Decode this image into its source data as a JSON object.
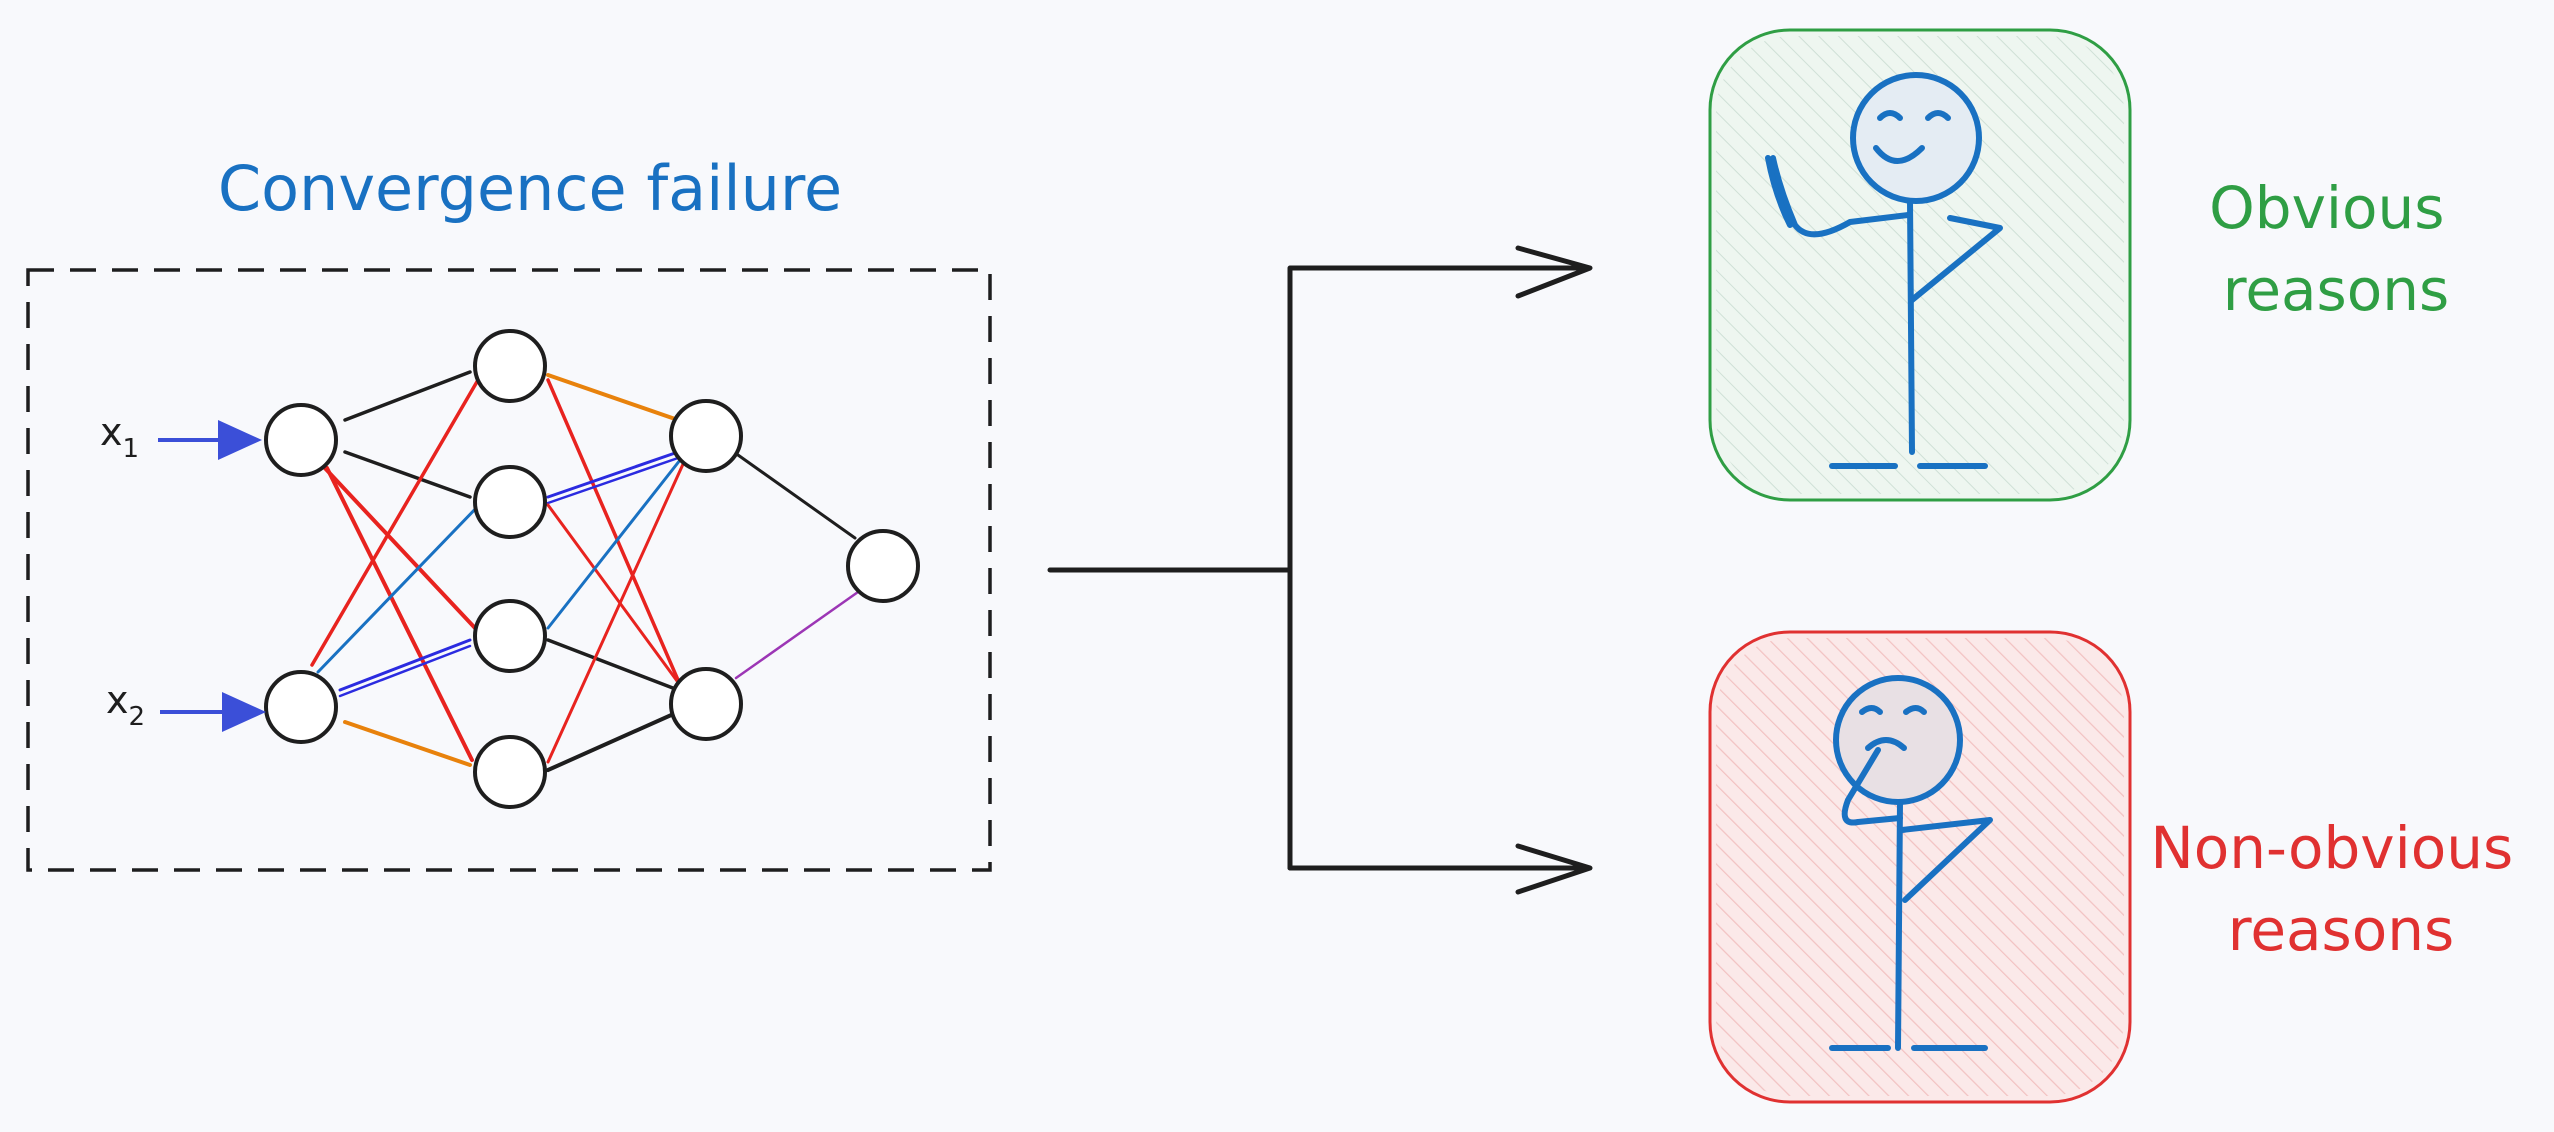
{
  "title": "Convergence failure",
  "inputs": [
    {
      "var": "x",
      "sub": "1"
    },
    {
      "var": "x",
      "sub": "2"
    }
  ],
  "outcomes": [
    {
      "line1": "Obvious",
      "line2": "reasons",
      "color": "#2f9e44",
      "box_fill": "#eef6f0",
      "mood": "happy"
    },
    {
      "line1": "Non-obvious",
      "line2": "reasons",
      "color": "#e03131",
      "box_fill": "#fbe9e9",
      "mood": "pondering"
    }
  ],
  "colors": {
    "title": "#1971c2",
    "figure": "#1971c2",
    "input_arrow": "#3b4fd8",
    "edge_black": "#1e1e1e",
    "edge_red": "#e8231f",
    "edge_orange": "#e8820c",
    "edge_blue": "#1971c2",
    "edge_navy": "#2b2be0",
    "edge_purple": "#9c36b5",
    "background": "#f8f9fc"
  }
}
